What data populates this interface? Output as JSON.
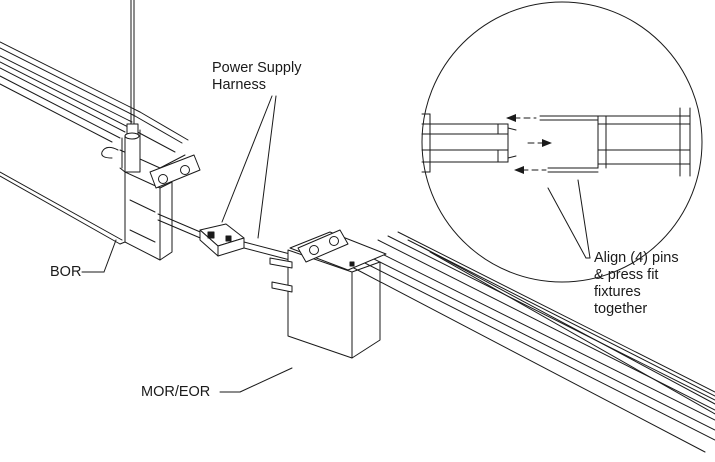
{
  "labels": {
    "power_supply_line1": "Power Supply",
    "power_supply_line2": "Harness",
    "bor": "BOR",
    "mor_eor": "MOR/EOR",
    "align_line1": "Align (4) pins",
    "align_line2": "& press fit",
    "align_line3": "fixtures",
    "align_line4": "together"
  },
  "colors": {
    "line": "#1a1a1a",
    "fill": "#ffffff",
    "shade": "#d9d9d9"
  }
}
